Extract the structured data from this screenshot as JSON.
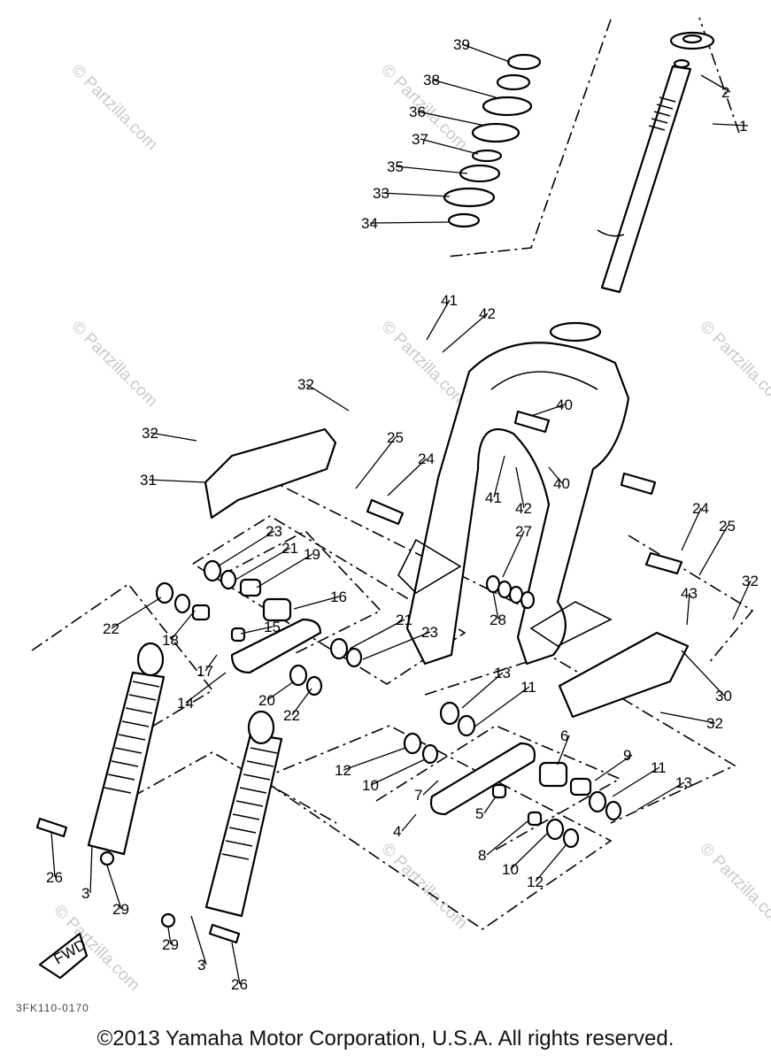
{
  "copyright": "©2013 Yamaha Motor Corporation, U.S.A. All rights reserved.",
  "drawing_code": "3FK110-0170",
  "fwd_label": "FWD",
  "watermark": "© Partzilla.com",
  "callouts": [
    "39",
    "38",
    "36",
    "37",
    "35",
    "33",
    "34",
    "2",
    "1",
    "41",
    "42",
    "40",
    "32",
    "32",
    "31",
    "25",
    "24",
    "40",
    "41",
    "42",
    "23",
    "21",
    "19",
    "16",
    "22",
    "18",
    "15",
    "17",
    "14",
    "21",
    "23",
    "27",
    "28",
    "24",
    "25",
    "43",
    "32",
    "30",
    "32",
    "13",
    "11",
    "20",
    "22",
    "6",
    "9",
    "12",
    "10",
    "7",
    "11",
    "13",
    "5",
    "8",
    "4",
    "10",
    "12",
    "26",
    "3",
    "29",
    "29",
    "3",
    "26"
  ]
}
